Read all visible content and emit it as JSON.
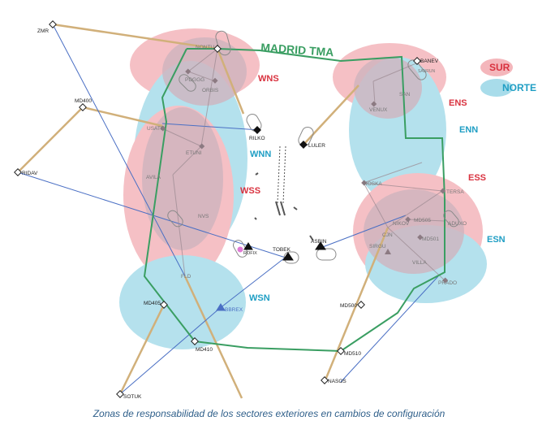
{
  "title": "MADRID TMA",
  "caption": "Zonas de responsabilidad de los sectores exteriores en cambios de configuración",
  "legend": [
    {
      "label": "SUR",
      "color": "#f4b6bb",
      "text_color": "#d9323f"
    },
    {
      "label": "NORTE",
      "color": "#a8dcea",
      "text_color": "#1f9ec4"
    }
  ],
  "colors": {
    "sur_fill": "#f4b6bb",
    "norte_fill": "#a8dcea",
    "overlap_fill": "#c7a8b4",
    "tma_boundary": "#3a9e62",
    "route_tan": "#d1b07a",
    "route_blue": "#4a6fc4",
    "sector_red": "#d9323f",
    "sector_blue": "#1f9ec4"
  },
  "sectors": [
    {
      "label": "WNS",
      "color": "red"
    },
    {
      "label": "WNN",
      "color": "blue"
    },
    {
      "label": "WSS",
      "color": "red"
    },
    {
      "label": "WSN",
      "color": "blue"
    },
    {
      "label": "ENS",
      "color": "red"
    },
    {
      "label": "ENN",
      "color": "blue"
    },
    {
      "label": "ESS",
      "color": "red"
    },
    {
      "label": "ESN",
      "color": "blue"
    }
  ],
  "waypoints": {
    "zmr": "ZMR",
    "md400": "MD400",
    "ridav": "RIDAV",
    "nontu": "NONTU",
    "pdgg": "PDGGG",
    "orbis": "ORBIS",
    "usate": "USATE",
    "etuni": "ETUNI",
    "rilko": "RILKO",
    "avila": "AVILA",
    "nvs": "NVS",
    "rofix": "ROFIX",
    "tobek": "TOBEK",
    "fld": "FLD",
    "md405": "MD405",
    "bbrex": "BBREX",
    "md410": "MD410",
    "sotuk": "SOTUK",
    "banev": "BANEV",
    "sanrun": "SANRUN",
    "venux": "VENUX",
    "san": "SAN",
    "luler": "LULER",
    "noska": "NOSKA",
    "tersa": "TERSA",
    "nikov": "NIKOV",
    "md505": "MD505",
    "aduxo": "ADUXO",
    "asbin": "ASBIN",
    "cjn": "CJN",
    "md501": "MD501",
    "sirgu": "SIRGU",
    "villa": "VILLA",
    "prado": "PRADO",
    "md500": "MD500",
    "md510": "MD510",
    "nasos": "NASOS"
  }
}
